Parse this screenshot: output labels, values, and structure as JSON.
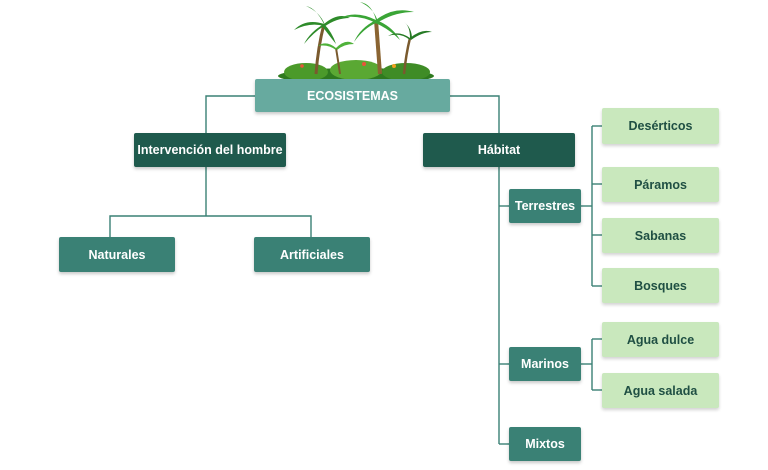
{
  "diagram": {
    "root": "ECOSISTEMAS",
    "intervencion": {
      "label": "Intervención del hombre",
      "children": [
        "Naturales",
        "Artificiales"
      ]
    },
    "habitat": {
      "label": "Hábitat",
      "terrestres": {
        "label": "Terrestres",
        "children": [
          "Desérticos",
          "Páramos",
          "Sabanas",
          "Bosques"
        ]
      },
      "marinos": {
        "label": "Marinos",
        "children": [
          "Agua dulce",
          "Agua salada"
        ]
      },
      "mixtos": {
        "label": "Mixtos"
      }
    }
  },
  "illustration": {
    "icon": "jungle-palm-trees-icon"
  },
  "colors": {
    "root": "#67aa9f",
    "dark": "#1f5a4d",
    "mid": "#3a8175",
    "light": "#c9e8bd",
    "line": "#3a8175"
  }
}
